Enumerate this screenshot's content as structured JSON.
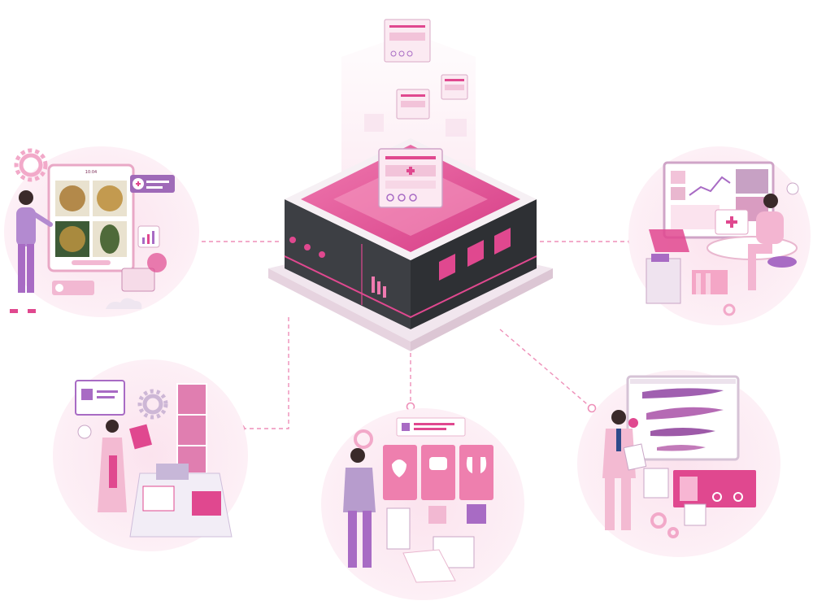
{
  "scene": {
    "kind": "illustration",
    "hub": "digital-pathology-server",
    "vignettes": [
      {
        "id": "tablet-review",
        "icon": "tablet-icon"
      },
      {
        "id": "workstation-analysis",
        "icon": "monitor-icon"
      },
      {
        "id": "slide-scanner",
        "icon": "scanner-icon"
      },
      {
        "id": "organ-reports",
        "icon": "organ-cards-icon"
      },
      {
        "id": "whole-slide-viewer",
        "icon": "slide-viewer-icon"
      }
    ]
  },
  "tablet": {
    "time_label": "10:04"
  },
  "colors": {
    "primary_pink": "#e0488f",
    "light_pink": "#f6d7e6",
    "purple": "#a86bc4",
    "dark_gray": "#3d3f44",
    "tissue_purple": "#a05fb0"
  }
}
